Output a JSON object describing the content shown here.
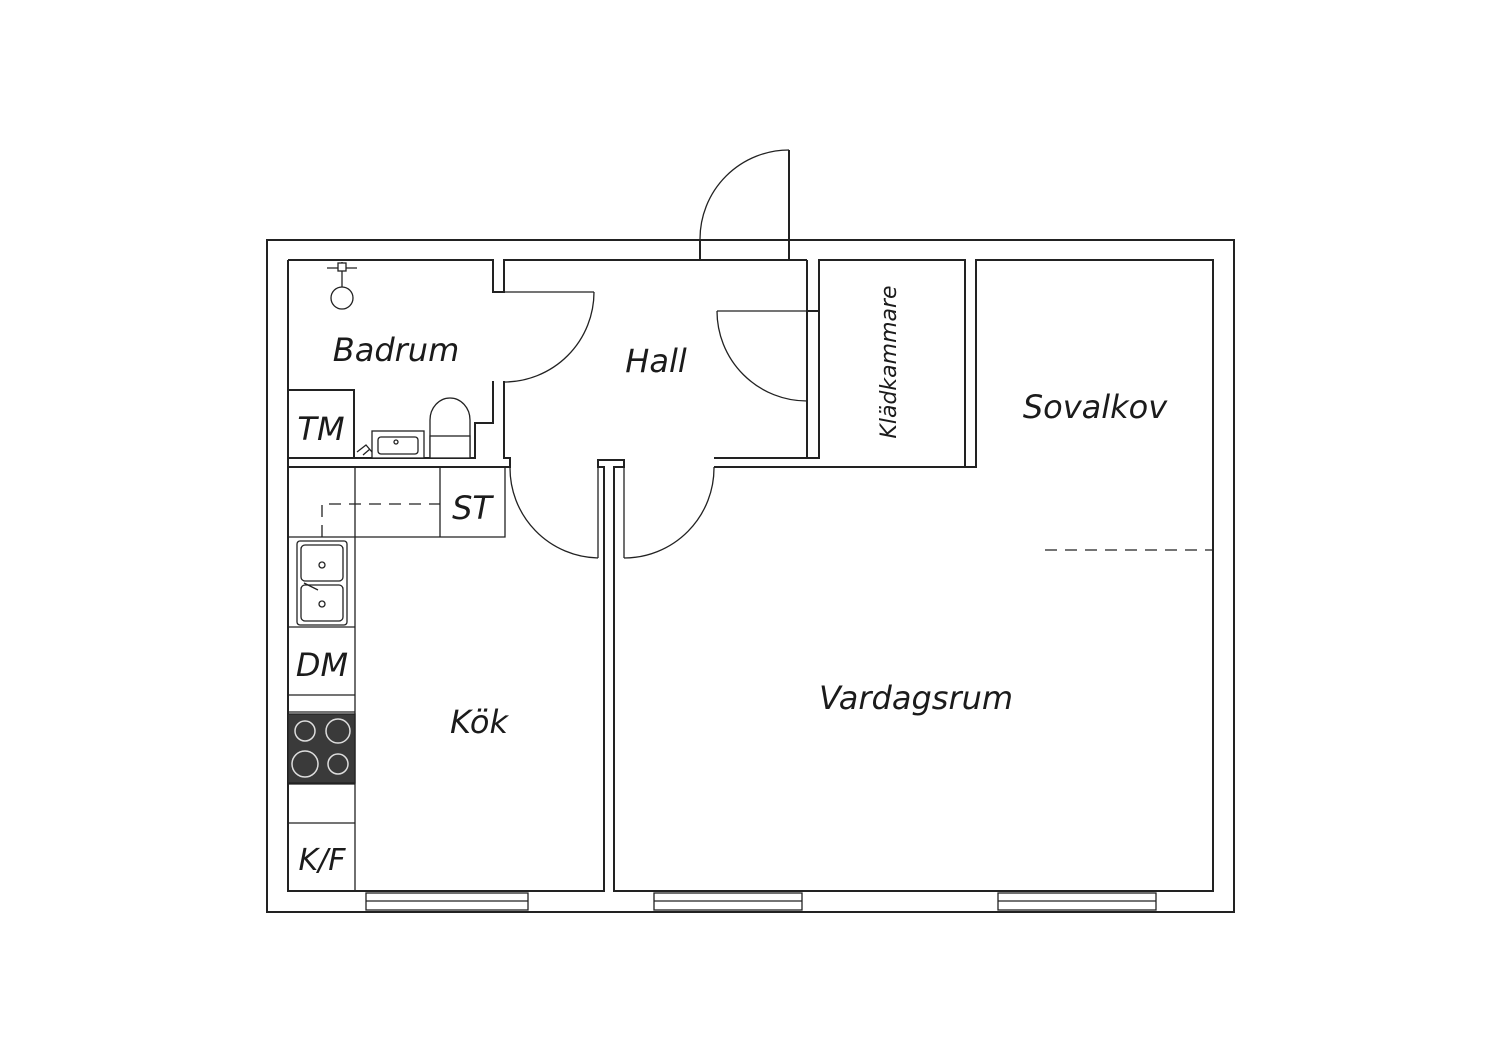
{
  "rooms": {
    "badrum": "Badrum",
    "hall": "Hall",
    "kladkammare": "Klädkammare",
    "sovalkov": "Sovalkov",
    "kok": "Kök",
    "vardagsrum": "Vardagsrum"
  },
  "fixtures": {
    "tm": "TM",
    "st": "ST",
    "dm": "DM",
    "kf": "K/F"
  },
  "colors": {
    "line": "#222222",
    "stove": "#3a3a3a",
    "background": "#ffffff"
  }
}
